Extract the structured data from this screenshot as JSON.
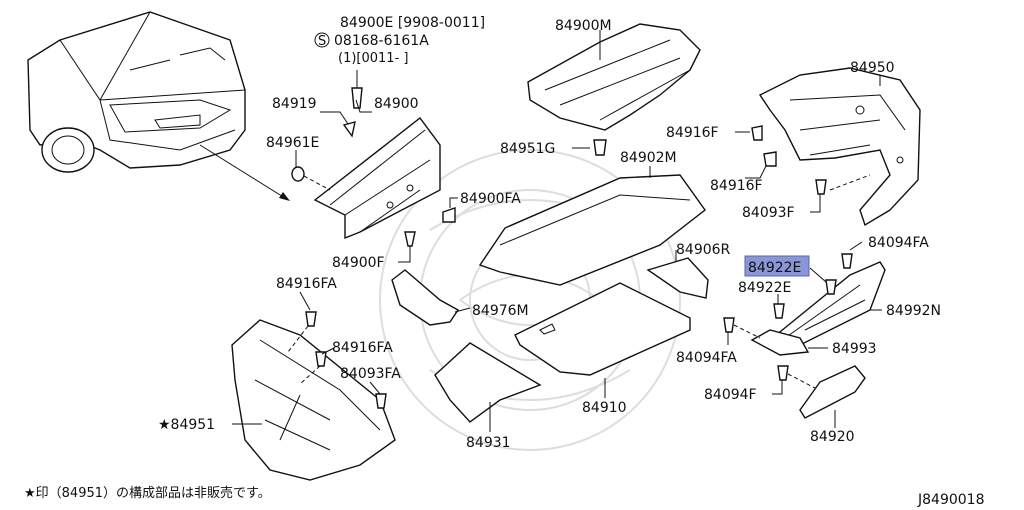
{
  "diagram": {
    "labels": {
      "p84900E": "84900E [9908-0011]",
      "p08168": "08168-6161A",
      "s_symbol": "S",
      "p08168_qty": "(1)[0011-   ]",
      "p84919": "84919",
      "p84900": "84900",
      "p84961E": "84961E",
      "p84900FA": "84900FA",
      "p84900F": "84900F",
      "p84900M": "84900M",
      "p84951G": "84951G",
      "p84902M": "84902M",
      "p84950": "84950",
      "p84916F_top": "84916F",
      "p84916F_bot": "84916F",
      "p84093F": "84093F",
      "p84094FA_top": "84094FA",
      "p84906R": "84906R",
      "p84922E_hl": "84922E",
      "p84922E": "84922E",
      "p84992N": "84992N",
      "p84916FA_top": "84916FA",
      "p84976M": "84976M",
      "p84916FA_mid": "84916FA",
      "p84093FA": "84093FA",
      "p84951": "★84951",
      "p84094FA_low": "84094FA",
      "p84993": "84993",
      "p84910": "84910",
      "p84094F": "84094F",
      "p84931": "84931",
      "p84920": "84920"
    },
    "footnote": "★印（84951）の構成部品は非販売です。",
    "diagram_code": "J8490018",
    "highlight_color": "#8a96d8"
  }
}
